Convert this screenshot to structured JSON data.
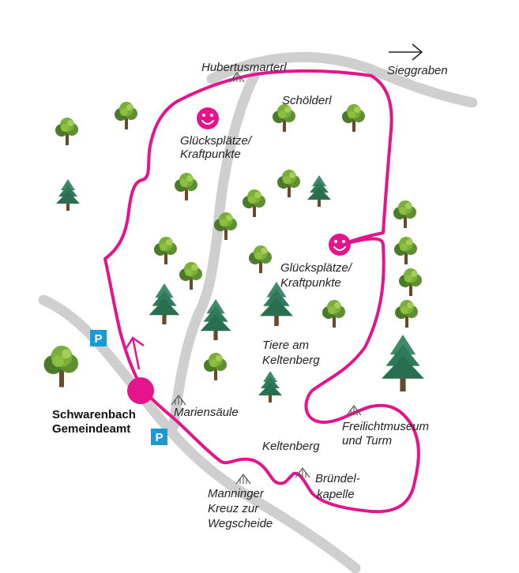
{
  "colors": {
    "route": "#e3148c",
    "road": "#cfcfcf",
    "parking": "#1b9ad6",
    "tree_dark": "#4a7a2a",
    "tree_light": "#8cbf3f",
    "fir": "#2f7a5a",
    "trunk": "#6b4a2b"
  },
  "direction_label": "Sieggraben",
  "start": {
    "name_line1": "Schwarenbach",
    "name_line2": "Gemeindeamt"
  },
  "parking_label": "P",
  "places": {
    "hubertusmarterl": "Hubertusmarterl",
    "schoelderl": "Schölderl",
    "gluecksplaetze_1_line1": "Glücksplätze/",
    "gluecksplaetze_1_line2": "Kraftpunkte",
    "gluecksplaetze_2_line1": "Glücksplätze/",
    "gluecksplaetze_2_line2": "Kraftpunkte",
    "tiere_line1": "Tiere am",
    "tiere_line2": "Keltenberg",
    "mariensaeule": "Mariensäule",
    "keltenberg": "Keltenberg",
    "freilicht_line1": "Freilichtmuseum",
    "freilicht_line2": "und Turm",
    "bruendel_line1": "Bründel-",
    "bruendel_line2": "kapelle",
    "manninger_line1": "Manninger",
    "manninger_line2": "Kreuz zur",
    "manninger_line3": "Wegscheide"
  },
  "icons": {
    "happy_place": "smiley-icon",
    "landmark": "landmark-icon",
    "parking": "parking-icon",
    "start": "start-point-icon",
    "direction": "arrow-right-icon",
    "route_direction": "arrow-up-icon"
  }
}
